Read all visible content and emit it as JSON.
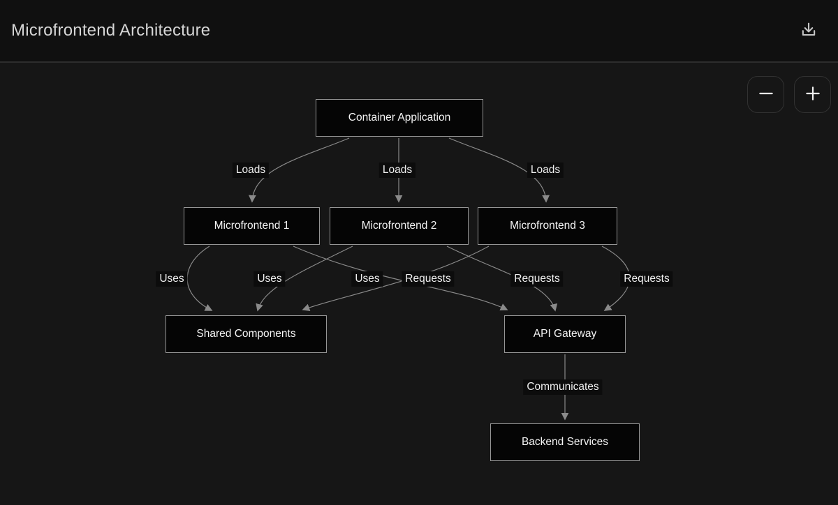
{
  "header": {
    "title": "Microfrontend Architecture"
  },
  "icons": {
    "download": "download-icon",
    "zoom_out": "minus-icon",
    "zoom_in": "plus-icon"
  },
  "colors": {
    "header_bg": "#101010",
    "canvas_bg": "#161616",
    "divider": "#2d2d2d",
    "node_bg": "#050505",
    "node_border": "#959595",
    "node_text": "#f5f5f5",
    "edge_line": "#8a8a8a",
    "edge_label_bg": "#0c0c0c",
    "edge_label_text": "#f0f0f0",
    "title_text": "#d6d6d6"
  },
  "diagram": {
    "nodes": [
      {
        "id": "container",
        "label": "Container Application"
      },
      {
        "id": "mf1",
        "label": "Microfrontend 1"
      },
      {
        "id": "mf2",
        "label": "Microfrontend 2"
      },
      {
        "id": "mf3",
        "label": "Microfrontend 3"
      },
      {
        "id": "shared",
        "label": "Shared Components"
      },
      {
        "id": "gateway",
        "label": "API Gateway"
      },
      {
        "id": "backend",
        "label": "Backend Services"
      }
    ],
    "edges": [
      {
        "from": "container",
        "to": "mf1",
        "label": "Loads"
      },
      {
        "from": "container",
        "to": "mf2",
        "label": "Loads"
      },
      {
        "from": "container",
        "to": "mf3",
        "label": "Loads"
      },
      {
        "from": "mf1",
        "to": "shared",
        "label": "Uses"
      },
      {
        "from": "mf2",
        "to": "shared",
        "label": "Uses"
      },
      {
        "from": "mf3",
        "to": "shared",
        "label": "Uses"
      },
      {
        "from": "mf1",
        "to": "gateway",
        "label": "Requests"
      },
      {
        "from": "mf2",
        "to": "gateway",
        "label": "Requests"
      },
      {
        "from": "mf3",
        "to": "gateway",
        "label": "Requests"
      },
      {
        "from": "gateway",
        "to": "backend",
        "label": "Communicates"
      }
    ]
  }
}
